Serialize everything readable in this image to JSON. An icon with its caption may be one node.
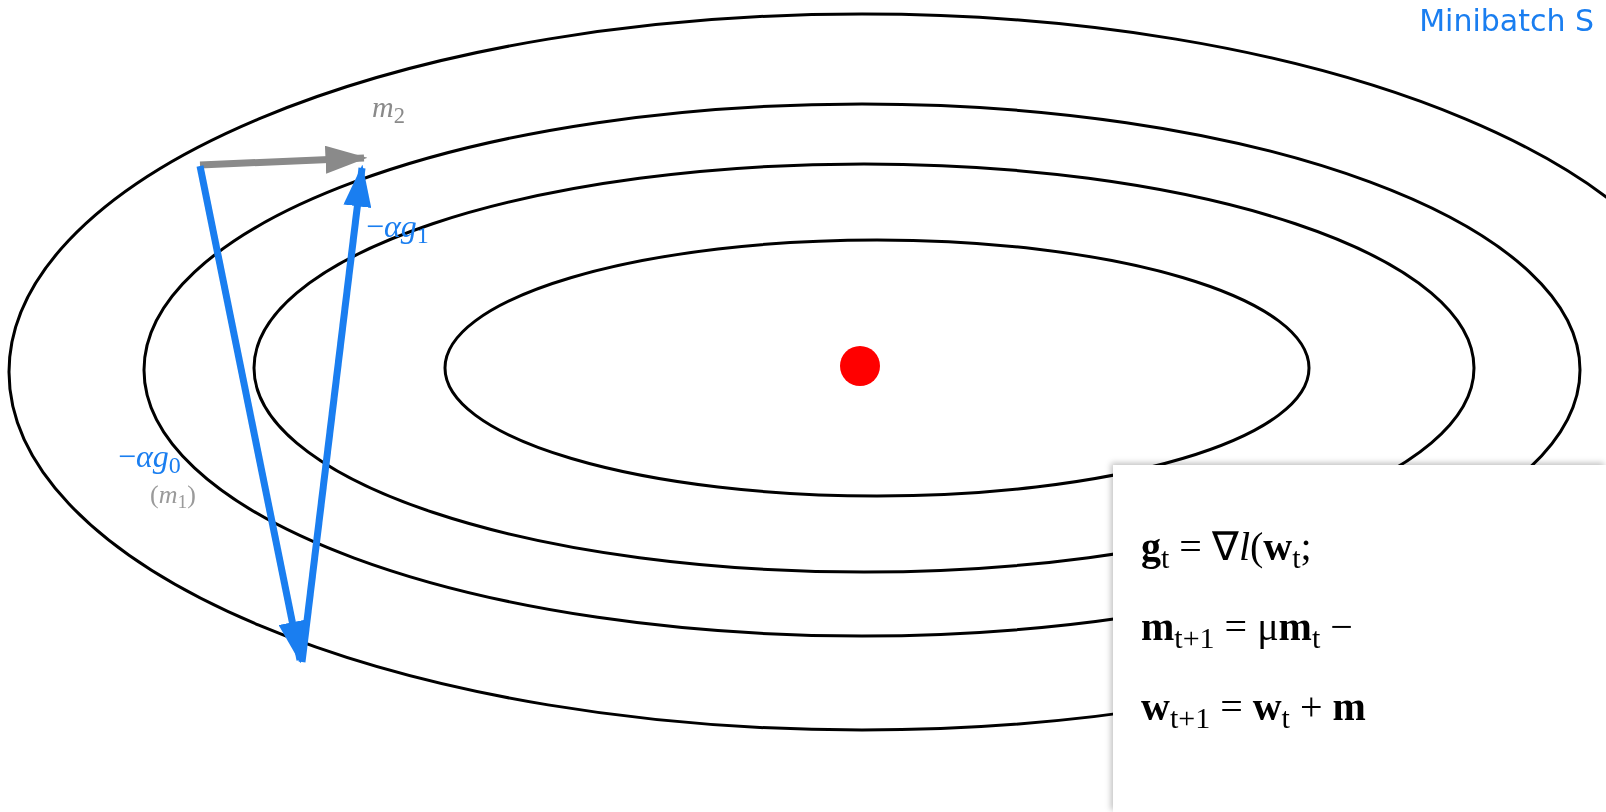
{
  "diagram": {
    "title": "Minibatch S",
    "nodes": [
      {
        "text": [
          "**g**$_{t}$ = ∇*l*(**w**$_{t}$;",
          "**m**$_{t+1}$ = μ**m**$_{t}$ −",
          "**w**$_{t+1}$ = **w**$_{t}$ + **m**"
        ]
      }
    ],
    "labels": [
      "*m*$_{2}$",
      "−*αg*$_{1}$",
      "−*αg*$_{0}$",
      "(*m*$_{1}$)"
    ]
  }
}
